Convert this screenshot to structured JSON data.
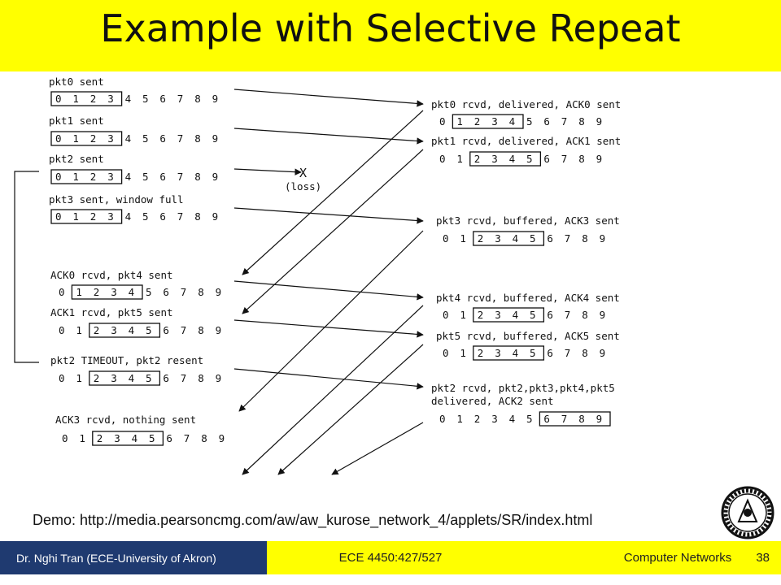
{
  "title": "Example with Selective Repeat",
  "sender": [
    {
      "label": "pkt0 sent",
      "window": [
        0,
        3
      ]
    },
    {
      "label": "pkt1 sent",
      "window": [
        0,
        3
      ]
    },
    {
      "label": "pkt2 sent",
      "window": [
        0,
        3
      ]
    },
    {
      "label": "pkt3 sent, window full",
      "window": [
        0,
        3
      ]
    },
    {
      "label": "ACK0 rcvd, pkt4 sent",
      "window": [
        1,
        4
      ]
    },
    {
      "label": "ACK1 rcvd, pkt5 sent",
      "window": [
        2,
        5
      ]
    },
    {
      "label": "pkt2 TIMEOUT, pkt2 resent",
      "window": [
        2,
        5
      ]
    },
    {
      "label": "ACK3 rcvd, nothing sent",
      "window": [
        2,
        5
      ]
    }
  ],
  "receiver": [
    {
      "label": "pkt0 rcvd, delivered, ACK0 sent",
      "window": [
        1,
        4
      ]
    },
    {
      "label": "pkt1 rcvd, delivered, ACK1 sent",
      "window": [
        2,
        5
      ]
    },
    {
      "label": "pkt3 rcvd, buffered, ACK3 sent",
      "window": [
        2,
        5
      ]
    },
    {
      "label": "pkt4 rcvd, buffered, ACK4 sent",
      "window": [
        2,
        5
      ]
    },
    {
      "label": "pkt5 rcvd, buffered, ACK5 sent",
      "window": [
        2,
        5
      ]
    },
    {
      "label": "pkt2 rcvd, pkt2,pkt3,pkt4,pkt5",
      "label2": "delivered, ACK2 sent",
      "window": [
        6,
        9
      ]
    }
  ],
  "sequence": [
    "0",
    "1",
    "2",
    "3",
    "4",
    "5",
    "6",
    "7",
    "8",
    "9"
  ],
  "loss": {
    "mark": "X",
    "text": "(loss)"
  },
  "demo": "Demo: http://media.pearsoncmg.com/aw/aw_kurose_network_4/applets/SR/index.html",
  "footer": {
    "author": "Dr. Nghi Tran (ECE-University of Akron)",
    "course": "ECE 4450:427/527",
    "subject": "Computer Networks",
    "page": "38"
  },
  "colors": {
    "title_bg": "#ffff00",
    "footer_left_bg": "#1f3a70",
    "footer_bg": "#ffff00"
  }
}
